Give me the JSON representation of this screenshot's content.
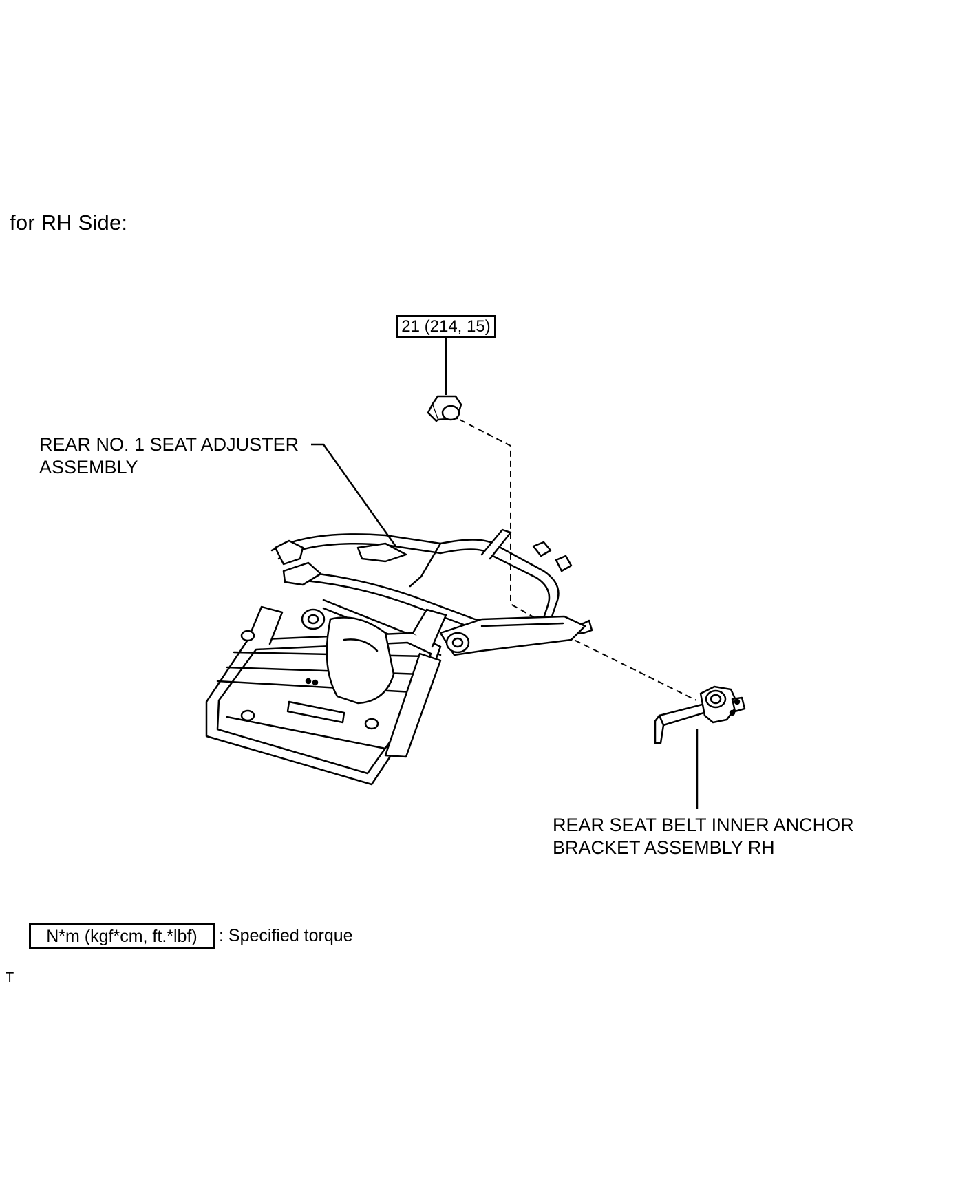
{
  "side_title": "for RH Side:",
  "torque_value": "21 (214, 15)",
  "labels": {
    "adjuster": [
      "REAR NO. 1 SEAT ADJUSTER",
      "ASSEMBLY"
    ],
    "bracket": [
      "REAR SEAT BELT INNER ANCHOR",
      "BRACKET ASSEMBLY RH"
    ]
  },
  "legend": {
    "box_text": "N*m (kgf*cm, ft.*lbf)",
    "description": ": Specified torque"
  },
  "footer_code": "T"
}
